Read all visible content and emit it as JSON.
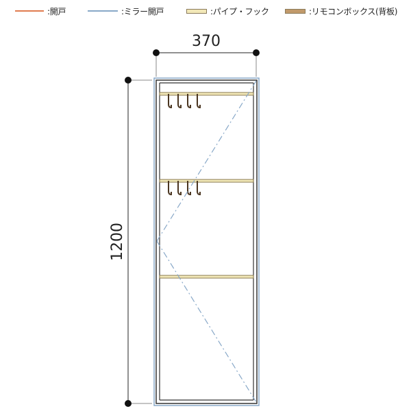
{
  "legend": [
    {
      "label": ":開戸",
      "kind": "line",
      "color": "#e07b4f"
    },
    {
      "label": ":ミラー開戸",
      "kind": "line",
      "color": "#88a8c8"
    },
    {
      "label": ":パイプ・フック",
      "kind": "swatch",
      "color": "#f2e8b8"
    },
    {
      "label": ":リモコンボックス(背板)",
      "kind": "swatch",
      "color": "#c19a6b"
    }
  ],
  "dimensions": {
    "width": "370",
    "height": "1200"
  },
  "colors": {
    "cabinet_frame": "#333333",
    "mirror_door": "#88a8c8",
    "pipe": "#c8b87a",
    "hook": "#5a4020"
  },
  "hook_rows": 2,
  "hooks_per_row": 4
}
